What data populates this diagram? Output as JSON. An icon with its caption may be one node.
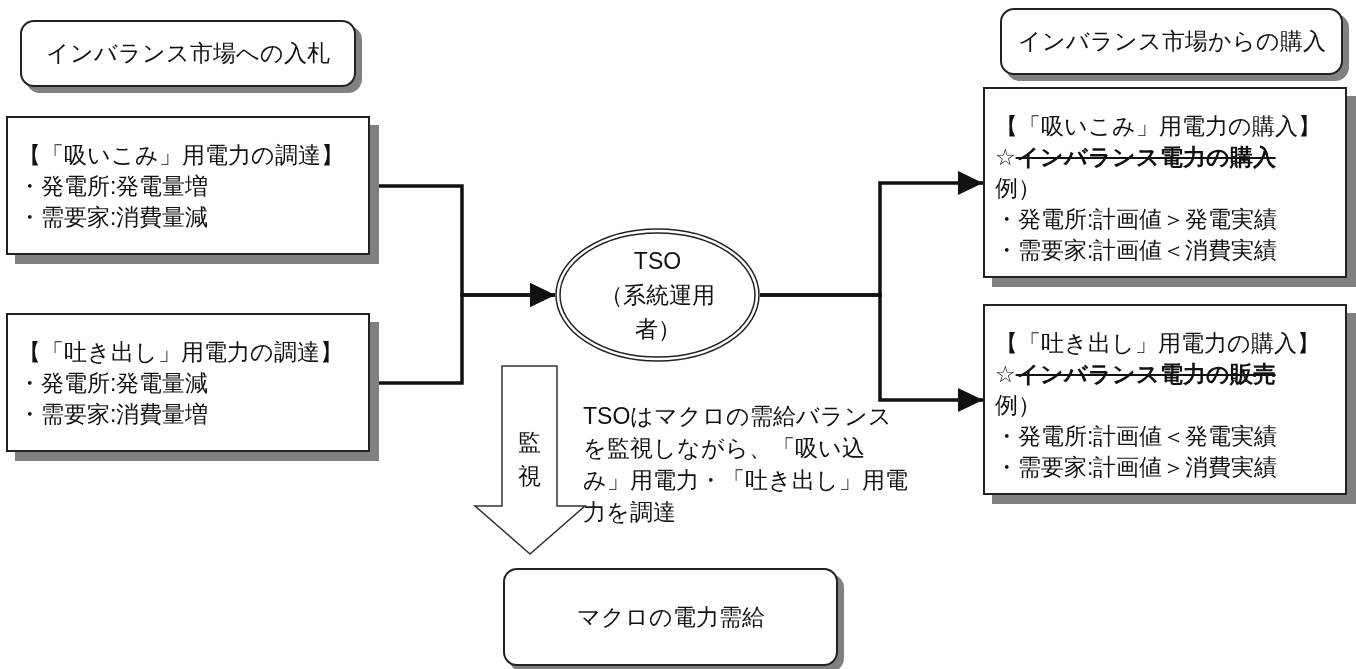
{
  "diagram": {
    "nodes": [
      {
        "text": [
          "インバランス市場への入札"
        ]
      },
      {
        "text": [
          "【「吸いこみ」用電力の調達】",
          "・発電所:発電量増",
          "・需要家:消費量減"
        ]
      },
      {
        "text": [
          "【「吐き出し」用電力の調達】",
          "・発電所:発電量減",
          "・需要家:消費量増"
        ]
      },
      {
        "text": [
          "TSO",
          "（系統運用者）"
        ]
      },
      {
        "text": [
          "インバランス市場からの購入"
        ]
      },
      {
        "text": [
          "【「吸いこみ」用電力の購入】",
          "☆**インバランス電力の購入**",
          "例）",
          "・発電所:計画値＞発電実績",
          "・需要家:計画値＜消費実績"
        ]
      },
      {
        "text": [
          "【「吐き出し」用電力の購入】",
          "☆**インバランス電力の販売**",
          "例）",
          "・発電所:計画値＜発電実績",
          "・需要家:計画値＞消費実績"
        ]
      },
      {
        "text": [
          "マクロの電力需給"
        ]
      }
    ],
    "edges": [
      {
        "from": 1,
        "to": 3,
        "arrow": "to"
      },
      {
        "from": 2,
        "to": 3,
        "arrow": "to"
      },
      {
        "from": 3,
        "to": 5,
        "arrow": "to"
      },
      {
        "from": 3,
        "to": 6,
        "arrow": "to"
      },
      {
        "from": 3,
        "to": 7,
        "arrow": "to",
        "label": "監視"
      }
    ],
    "labels": [
      "TSOはマクロの需給バランスを監視しながら、「吸い込み」用電力・「吐き出し」用電力を調達"
    ]
  }
}
